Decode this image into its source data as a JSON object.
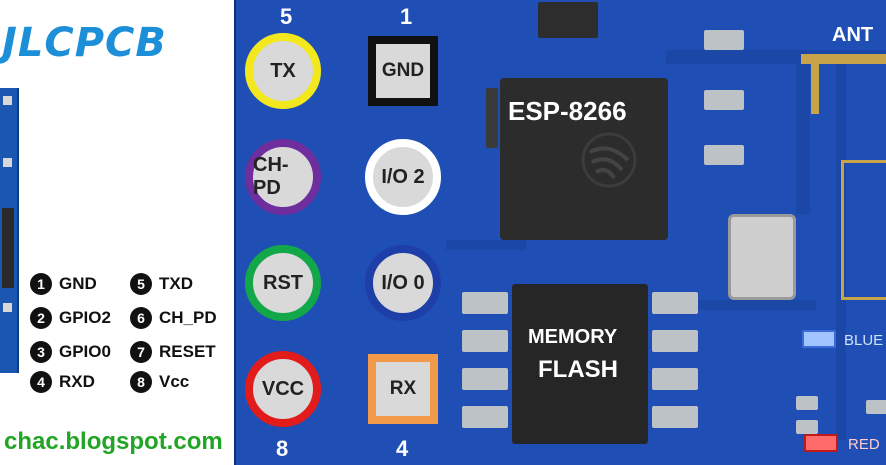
{
  "brand": "JLCPCB",
  "blog_url": "chac.blogspot.com",
  "legend": [
    {
      "num": "1",
      "label": "GND"
    },
    {
      "num": "2",
      "label": "GPIO2"
    },
    {
      "num": "3",
      "label": "GPIO0"
    },
    {
      "num": "4",
      "label": "RXD"
    },
    {
      "num": "5",
      "label": "TXD"
    },
    {
      "num": "6",
      "label": "CH_PD"
    },
    {
      "num": "7",
      "label": "RESET"
    },
    {
      "num": "8",
      "label": "Vcc"
    }
  ],
  "pins": {
    "tx": {
      "label": "TX",
      "number": "5",
      "ring_color": "#f2e81d"
    },
    "chpd": {
      "label": "CH-PD",
      "ring_color": "#6f2e9e"
    },
    "rst": {
      "label": "RST",
      "ring_color": "#12a84a"
    },
    "vcc": {
      "label": "VCC",
      "number": "8",
      "ring_color": "#e21b1b"
    },
    "gnd": {
      "label": "GND",
      "number": "1",
      "ring_color": "#111111"
    },
    "io2": {
      "label": "I/O 2",
      "ring_color": "#ffffff"
    },
    "io0": {
      "label": "I/O 0",
      "ring_color": "#1f3fa8"
    },
    "rx": {
      "label": "RX",
      "number": "4",
      "ring_color": "#f39a4a"
    }
  },
  "board": {
    "chip_label": "ESP-8266",
    "flash_line1": "MEMORY",
    "flash_line2": "FLASH",
    "antenna_label": "ANT",
    "blue_led_label": "BLUE",
    "red_led_label": "RED"
  },
  "colors": {
    "brand_blue": "#1d8fd9",
    "blog_green": "#21a524",
    "board_blue": "#1f4fb5"
  }
}
